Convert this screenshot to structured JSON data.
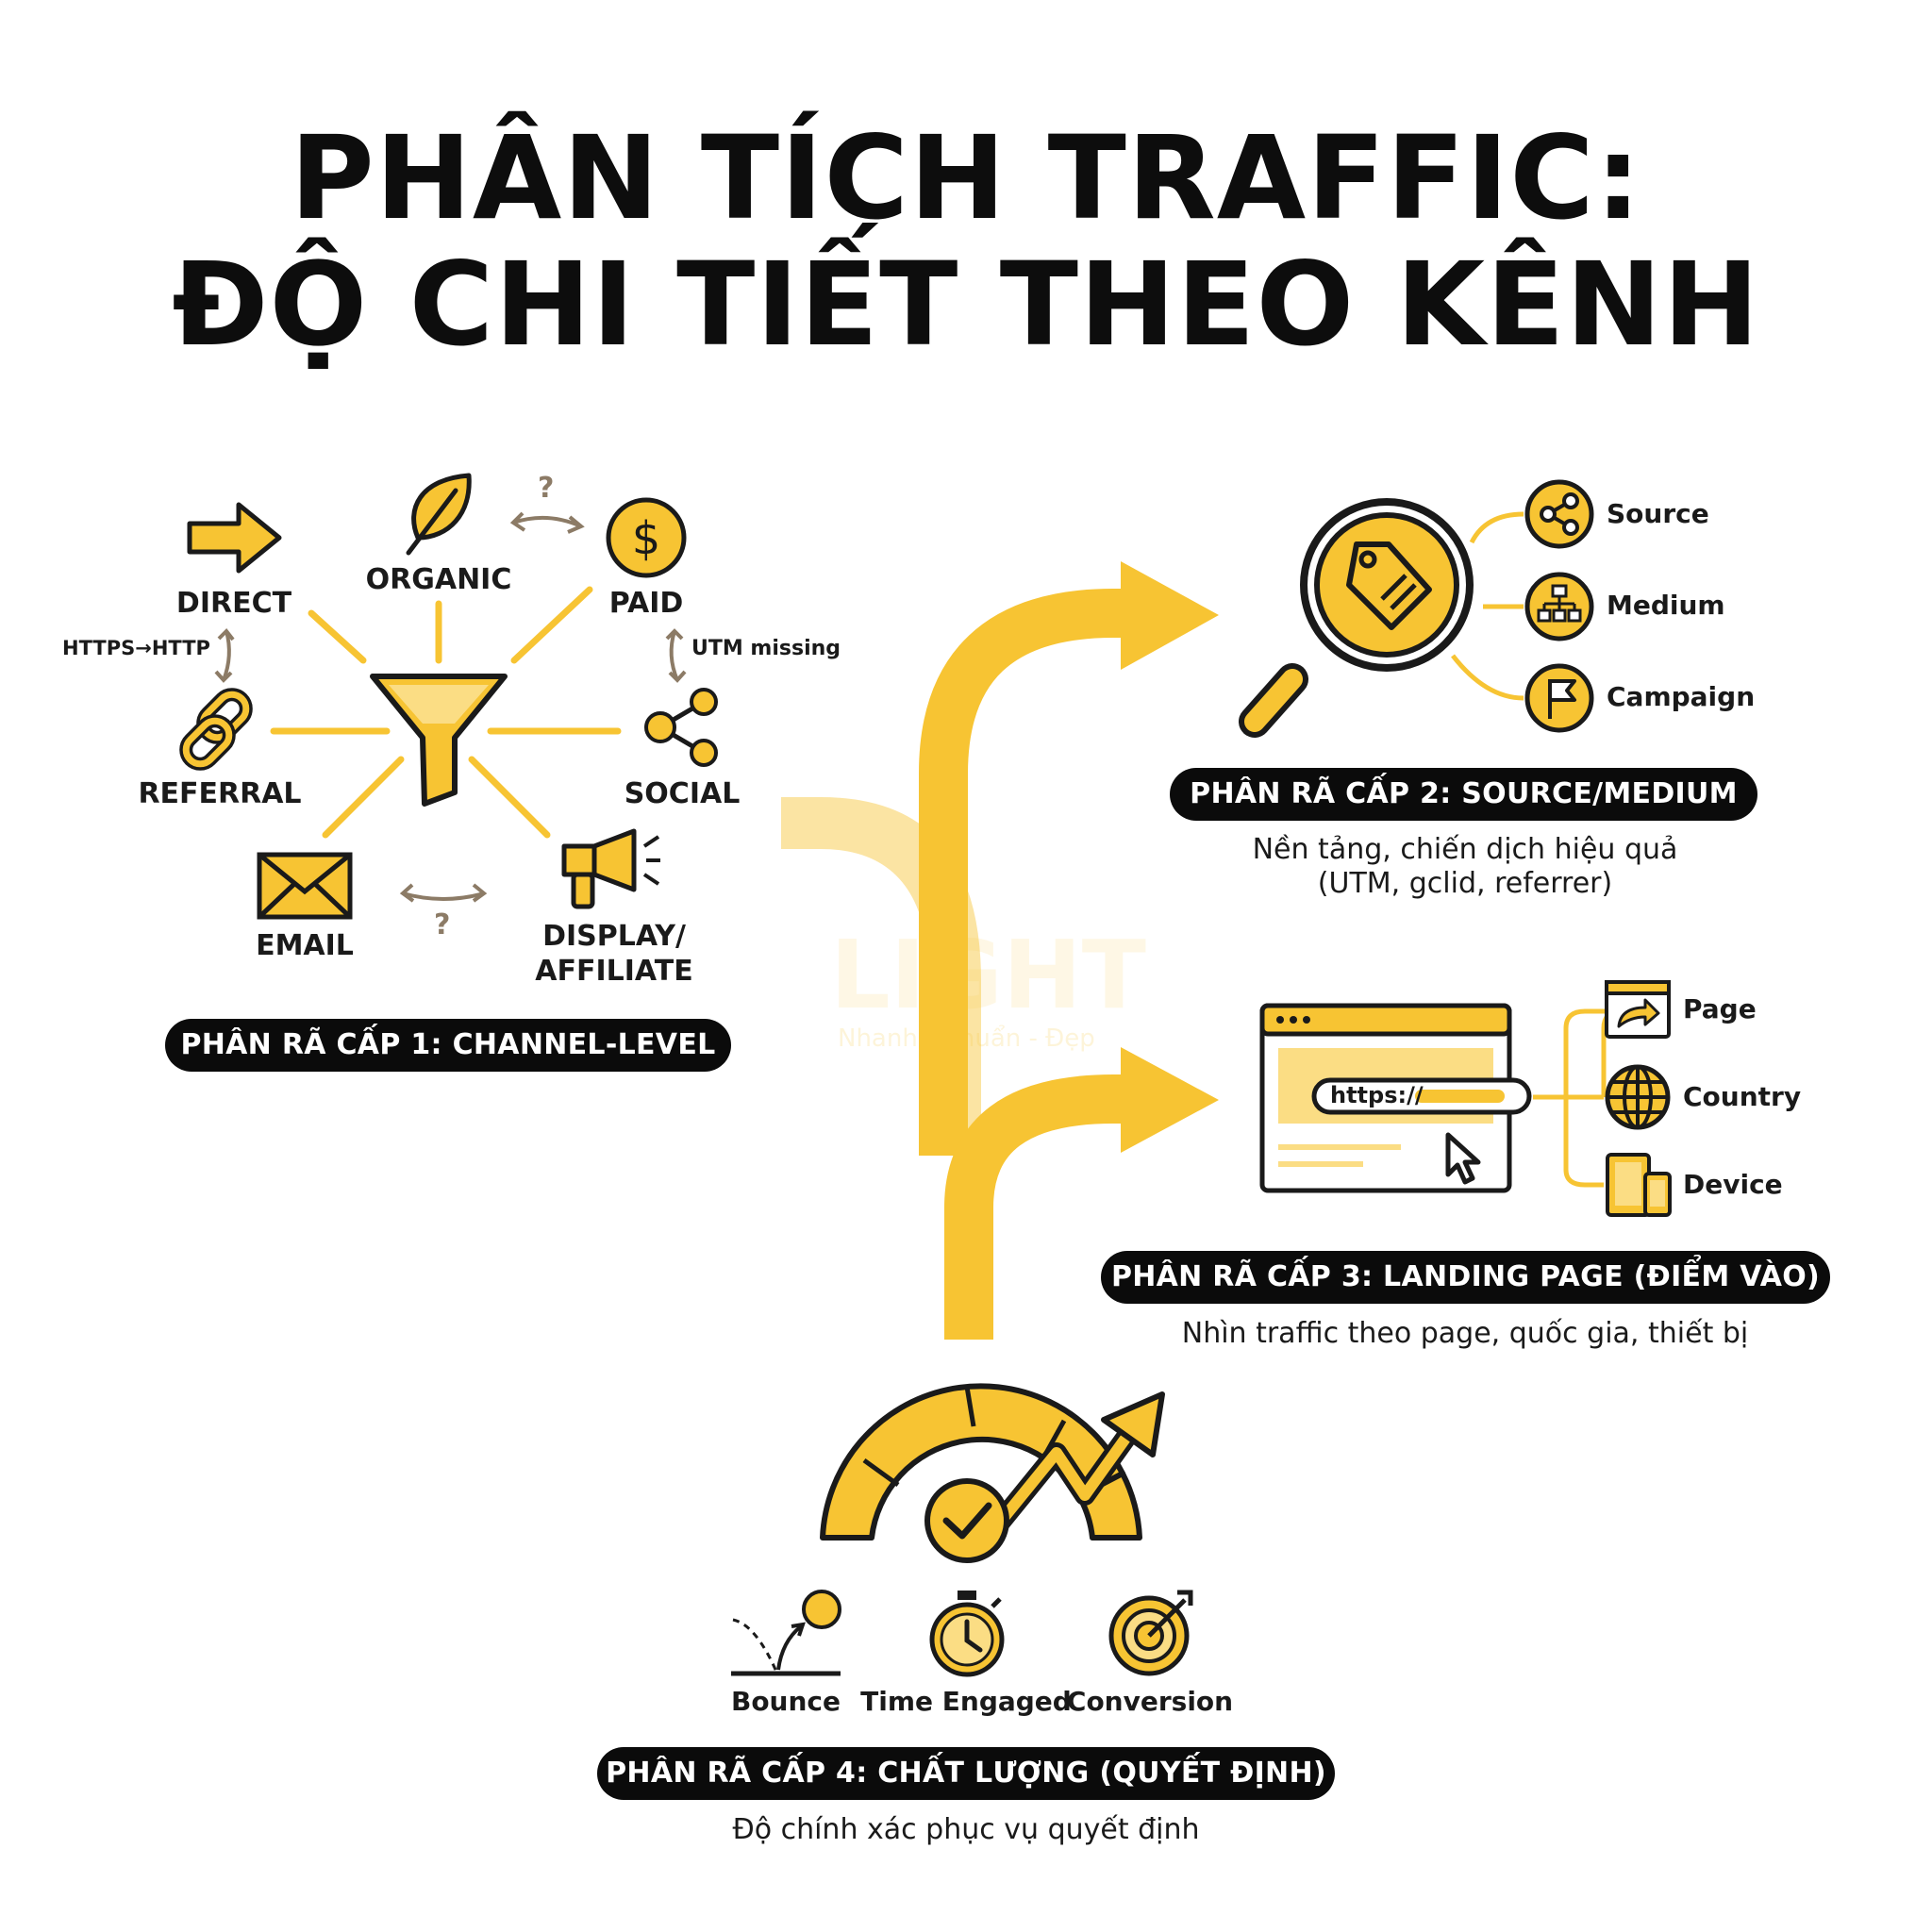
{
  "title": {
    "line1": "PHÂN TÍCH TRAFFIC:",
    "line2": "ĐỘ CHI TIẾT THEO KÊNH"
  },
  "level1": {
    "channels": {
      "direct": "DIRECT",
      "organic": "ORGANIC",
      "paid": "PAID",
      "referral": "REFERRAL",
      "social": "SOCIAL",
      "email": "EMAIL",
      "display_line1": "DISPLAY/",
      "display_line2": "AFFILIATE"
    },
    "notes": {
      "https": "HTTPS→HTTP",
      "utm": "UTM missing",
      "q1": "?",
      "q2": "?"
    },
    "pill": "PHÂN RÃ CẤP 1: CHANNEL-LEVEL"
  },
  "level2": {
    "items": [
      "Source",
      "Medium",
      "Campaign"
    ],
    "pill": "PHÂN RÃ CẤP 2: SOURCE/MEDIUM",
    "desc_line1": "Nền tảng, chiến dịch hiệu quả",
    "desc_line2": "(UTM, gclid, referrer)"
  },
  "level3": {
    "url": "https://",
    "items": [
      "Page",
      "Country",
      "Device"
    ],
    "pill": "PHÂN RÃ CẤP 3: LANDING PAGE (ĐIỂM VÀO)",
    "desc": "Nhìn traffic theo page, quốc gia, thiết bị"
  },
  "level4": {
    "metrics": [
      "Bounce",
      "Time Engaged",
      "Conversion"
    ],
    "pill": "PHÂN RÃ CẤP 4: CHẤT LƯỢNG (QUYẾT ĐỊNH)",
    "desc": "Độ chính xác phục vụ quyết định"
  },
  "watermark": {
    "brand": "LIGHT",
    "tagline": "Nhanh - Chuẩn - Đẹp"
  },
  "colors": {
    "accent": "#F7C433",
    "accent_light": "#FBDD84",
    "ink": "#0B0B0B",
    "arrow_note": "#8C7B66"
  },
  "icons": {
    "direct": "arrow-right-icon",
    "organic": "leaf-icon",
    "paid": "dollar-coin-icon",
    "referral": "chain-link-icon",
    "social": "share-icon",
    "email": "envelope-icon",
    "display": "megaphone-icon",
    "center": "funnel-icon",
    "level2": "magnifier-tag-icon",
    "level3": "browser-window-icon",
    "level4": "gauge-growth-icon"
  }
}
